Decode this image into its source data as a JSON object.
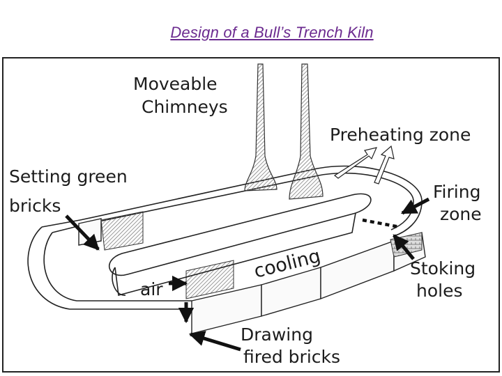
{
  "title": "Design of a Bull’s Trench Kiln",
  "labels": {
    "chimneys": [
      "Moveable",
      "Chimneys"
    ],
    "preheating": "Preheating zone",
    "setting": [
      "Setting green",
      "bricks"
    ],
    "firing": [
      "Firing",
      "zone"
    ],
    "cooling": "cooling",
    "air": "air",
    "stoking": [
      "Stoking",
      "holes"
    ],
    "drawing": [
      "Drawing",
      "fired bricks"
    ]
  }
}
